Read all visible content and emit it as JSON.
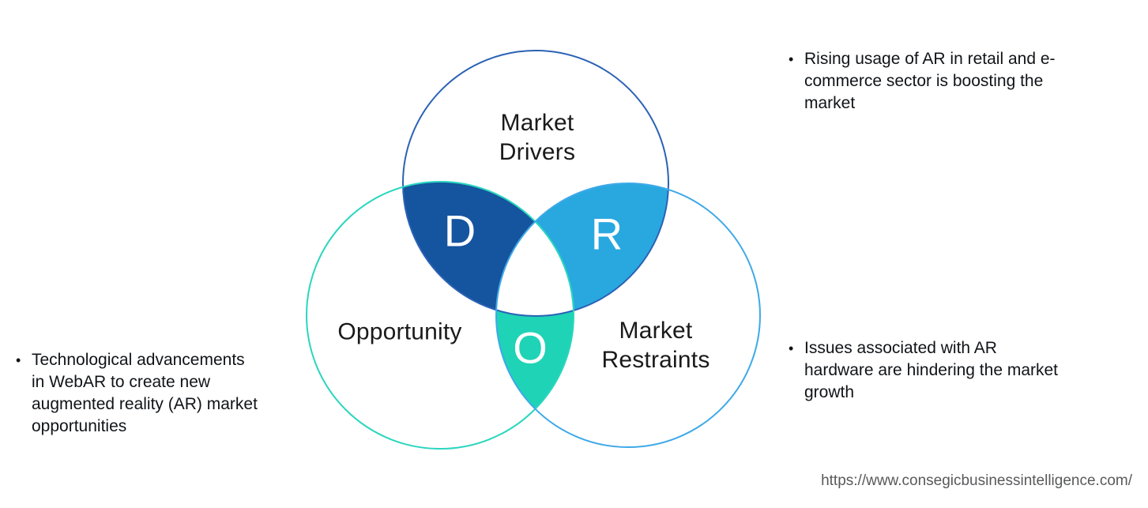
{
  "venn": {
    "top": {
      "label": "Market\nDrivers",
      "letter": "D",
      "circle_color": "#2b62b5",
      "overlap_fill": "#15549e"
    },
    "left": {
      "label": "Opportunity",
      "letter": "O",
      "circle_color": "#2bd6be",
      "overlap_fill": "#1ed3b6"
    },
    "right": {
      "label": "Market\nRestraints",
      "letter": "R",
      "circle_color": "#3fa9e8",
      "overlap_fill": "#29a8e0"
    }
  },
  "annotations": {
    "bullet": "•",
    "driver_note": "Rising usage of AR in retail and e-\ncommerce sector is boosting the\nmarket",
    "restraint_note": "Issues associated with AR\nhardware are hindering the market\ngrowth",
    "opportunity_note": "Technological advancements\nin WebAR to create new\naugmented reality (AR) market\nopportunities"
  },
  "footer": {
    "url": "https://www.consegicbusinessintelligence.com/"
  }
}
